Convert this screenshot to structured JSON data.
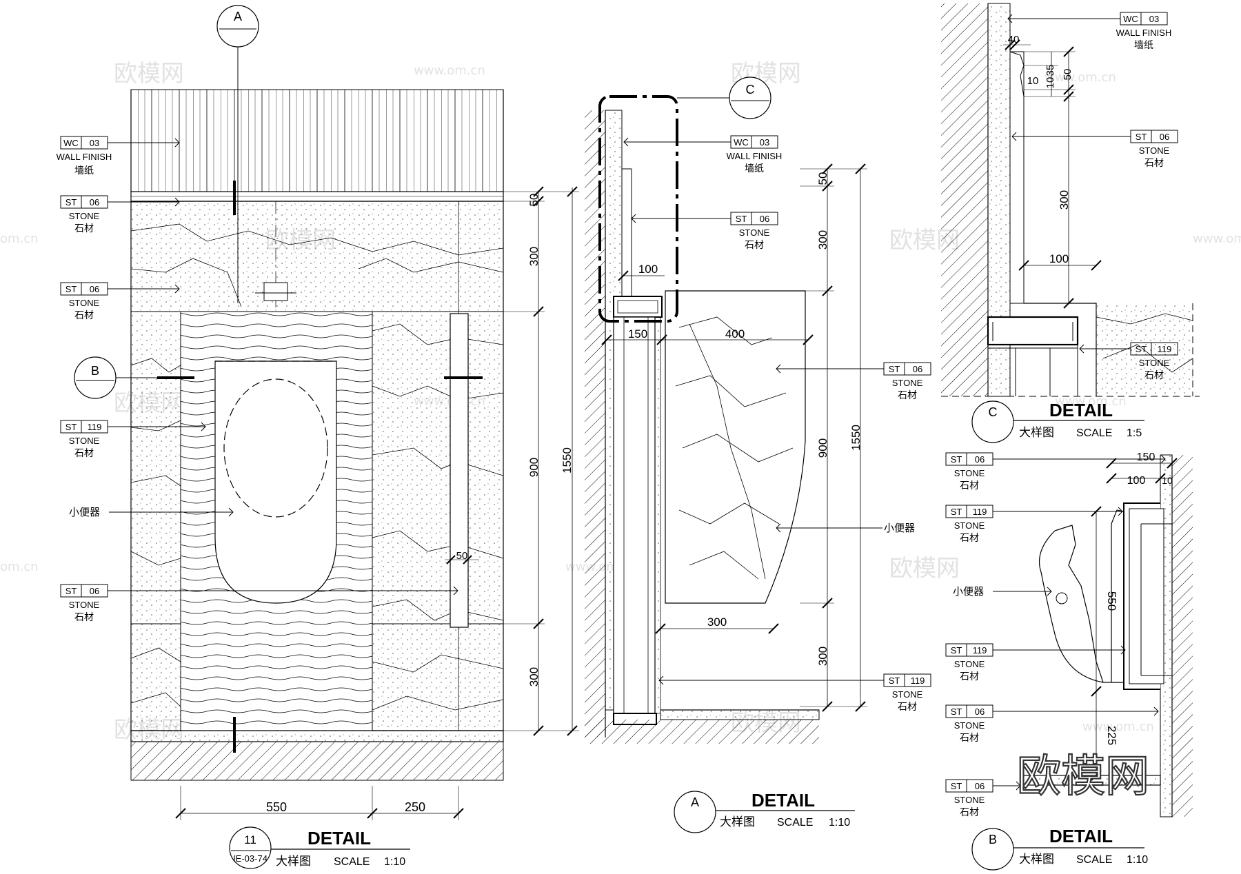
{
  "watermark": {
    "logo": "欧模网",
    "site": "www.om.cn",
    "site_short": "om.cn"
  },
  "tags": {
    "wc03": {
      "code": "WC",
      "num": "03",
      "en": "WALL FINISH",
      "cn": "墙纸"
    },
    "st06": {
      "code": "ST",
      "num": "06",
      "en": "STONE",
      "cn": "石材"
    },
    "st119": {
      "code": "ST",
      "num": "119",
      "en": "STONE",
      "cn": "石材"
    },
    "urinal": "小便器"
  },
  "markers": {
    "a": "A",
    "b": "B",
    "c": "C",
    "eleven": "11",
    "sheet": "IE-03-74"
  },
  "dims": {
    "d50": "50",
    "d300": "300",
    "d900": "900",
    "d1550": "1550",
    "d550": "550",
    "d250": "250",
    "d150": "150",
    "d400": "400",
    "d100": "100",
    "d10": "10",
    "d40": "40",
    "d35": "35",
    "d225": "225"
  },
  "titles": {
    "detail": "DETAIL",
    "cn": "大样图",
    "scale_label": "SCALE",
    "scale_10": "1:10",
    "scale_5": "1:5"
  }
}
